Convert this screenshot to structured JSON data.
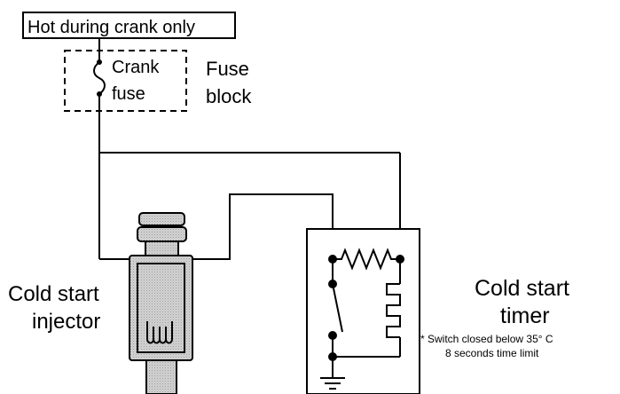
{
  "supply_label": "Hot during crank only",
  "fuse": {
    "line1": "Crank",
    "line2": "fuse"
  },
  "fuse_block": {
    "line1": "Fuse",
    "line2": "block"
  },
  "injector": {
    "line1": "Cold start",
    "line2": "injector"
  },
  "timer": {
    "line1": "Cold start",
    "line2": "timer",
    "note1": "* Switch closed below 35° C",
    "note2": "8 seconds time limit"
  },
  "colors": {
    "ink": "#000000",
    "injector_fill": "#d8d8d8",
    "background": "#ffffff"
  }
}
